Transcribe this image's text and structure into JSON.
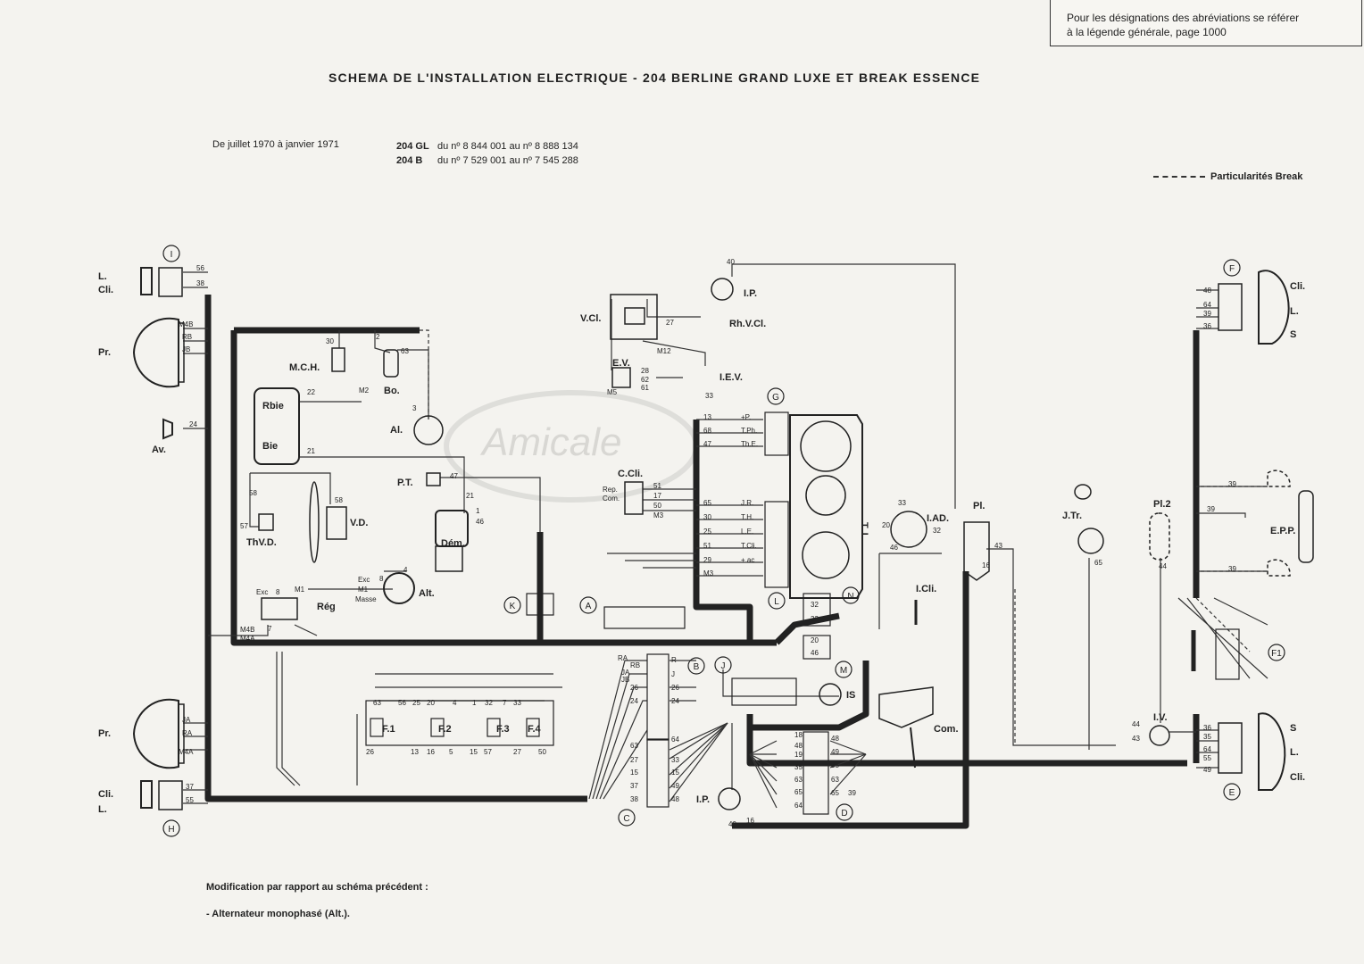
{
  "reference_note": {
    "line1": "Pour les désignations des abréviations se référer",
    "line2": "à la légende générale, page 1000"
  },
  "title": "SCHEMA DE L'INSTALLATION ELECTRIQUE - 204 BERLINE GRAND LUXE ET BREAK ESSENCE",
  "period": "De juillet 1970 à janvier 1971",
  "models": [
    {
      "code": "204 GL",
      "range": "du nº 8 844 001 au nº 8 888 134"
    },
    {
      "code": "204 B",
      "range": "du nº 7 529 001 au nº 7 545 288"
    }
  ],
  "legend": {
    "break_specific": "Particularités Break"
  },
  "watermark": "Amicale",
  "components": {
    "left_lamp_top_L": "L.",
    "left_lamp_top_Cli": "Cli.",
    "headlamp_top": "Pr.",
    "horn": "Av.",
    "headlamp_bottom": "Pr.",
    "left_lamp_bottom_Cli": "Cli.",
    "left_lamp_bottom_L": "L.",
    "mch": "M.C.H.",
    "coil": "Bo.",
    "distributor": "Al.",
    "battery_r": "Rbie",
    "battery_b": "Bie",
    "pt": "P.T.",
    "starter": "Dém.",
    "thvd": "ThV.D.",
    "vd": "V.D.",
    "reg": "Rég",
    "alt": "Alt.",
    "vcl": "V.Cl.",
    "rhvcl": "Rh.V.Cl.",
    "ip_top": "I.P.",
    "ev": "E.V.",
    "iev": "I.E.V.",
    "ccli": "C.Cli.",
    "ccli_rep": "Rep.",
    "ccli_com": "Com.",
    "tl": "T. L.",
    "iad": "I.AD.",
    "pl": "Pl.",
    "icli": "I.Cli.",
    "is": "IS",
    "com": "Com.",
    "ip_bottom": "I.P.",
    "jtr": "J.Tr.",
    "pl2": "Pl.2",
    "iv": "I.V.",
    "epp": "E.P.P.",
    "right_top_Cli": "Cli.",
    "right_top_L": "L.",
    "right_top_S": "S",
    "right_bottom_S": "S",
    "right_bottom_L": "L.",
    "right_bottom_Cli": "Cli.",
    "fuse1": "F.1",
    "fuse2": "F.2",
    "fuse3": "F.3",
    "fuse4": "F.4",
    "alt_exc": "Exc",
    "alt_m1": "M1",
    "alt_masse": "Masse"
  },
  "connectors": [
    "I",
    "H",
    "F",
    "E",
    "G",
    "K",
    "A",
    "L",
    "N",
    "M",
    "B",
    "J",
    "C",
    "D",
    "F1"
  ],
  "wire_numbers": {
    "w56": "56",
    "w38": "38",
    "wM4B": "M4B",
    "wRB": "RB",
    "wJB": "JB",
    "w24": "24",
    "w30": "30",
    "w2": "2",
    "w63": "63",
    "wM2": "M2",
    "w22": "22",
    "w21": "21",
    "w3": "3",
    "w47": "47",
    "w58": "58",
    "w57": "57",
    "w1": "1",
    "w46": "46",
    "w4": "4",
    "w8": "8",
    "wM1": "M1",
    "wExc": "Exc",
    "w7": "7",
    "wM4Bb": "M4B",
    "wM4A": "M4A",
    "w40": "40",
    "w27": "27",
    "wM12": "M12",
    "w28": "28",
    "w62": "62",
    "w61": "61",
    "wM5": "M5",
    "w33": "33",
    "w13": "13",
    "w68": "68",
    "w65": "65",
    "w29": "29",
    "w25": "25",
    "w51": "51",
    "w50": "50",
    "w17": "17",
    "wM3": "M3",
    "w20": "20",
    "w32": "32",
    "w16": "16",
    "w43": "43",
    "w44": "44",
    "w39": "39",
    "w48": "48",
    "w64": "64",
    "w36": "36",
    "w49": "49",
    "w55": "55",
    "w37": "37",
    "wJA": "JA",
    "wRA": "RA",
    "wM4Ab": "M4A",
    "w15": "15",
    "w26": "26",
    "w5": "5",
    "w18": "18",
    "w19": "19",
    "w35": "35",
    "tPlus": "+P.",
    "tTPh": "T.Ph.",
    "tThE": "Th.E.",
    "tJR": "J.R.",
    "tTH": "T.H.",
    "tLE": "L.E.",
    "tTCli": "T.Cli.",
    "tAc": "+ ac",
    "wR": "R",
    "wJ": "J"
  },
  "footer": {
    "modification_title": "Modification par rapport au schéma précédent :",
    "modification_item": "- Alternateur monophasé (Alt.)."
  }
}
